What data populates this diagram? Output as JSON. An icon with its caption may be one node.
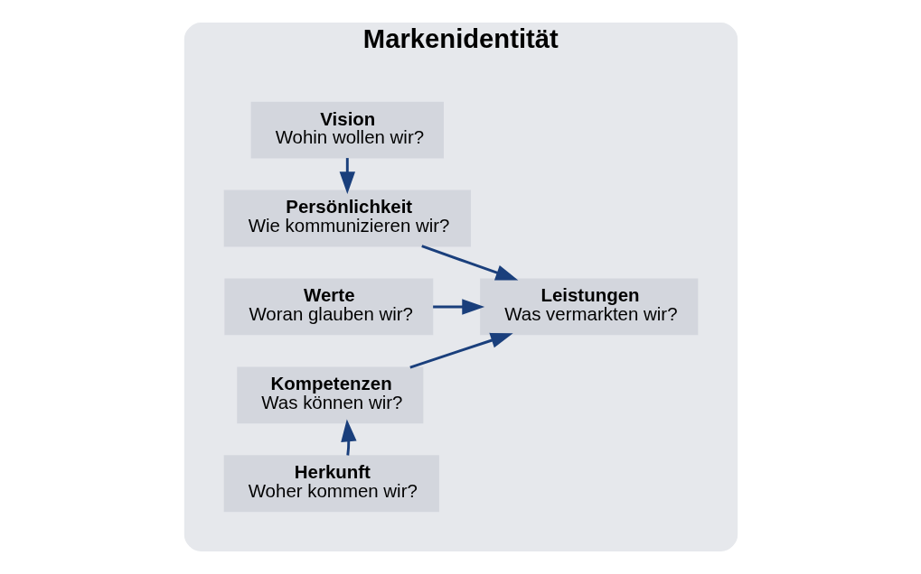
{
  "diagram": {
    "nodes": [
      {
        "text": [
          "Markenidentität"
        ]
      },
      {
        "text": [
          "Vision",
          "Wohin wollen wir?"
        ],
        "in": 0
      },
      {
        "text": [
          "Persönlichkeit",
          "Wie kommunizieren wir?"
        ],
        "in": 0
      },
      {
        "text": [
          "Werte",
          "Woran glauben wir?"
        ],
        "in": 0
      },
      {
        "text": [
          "Kompetenzen",
          "Was können wir?"
        ],
        "in": 0
      },
      {
        "text": [
          "Herkunft",
          "Woher kommen wir?"
        ],
        "in": 0
      },
      {
        "text": [
          "Leistungen",
          "Was vermarkten wir?"
        ],
        "in": 0
      }
    ],
    "edges": [
      {
        "from": 1,
        "to": 2,
        "arrow": "to"
      },
      {
        "from": 5,
        "to": 4,
        "arrow": "to"
      },
      {
        "from": 2,
        "to": 6,
        "arrow": "to"
      },
      {
        "from": 3,
        "to": 6,
        "arrow": "to"
      },
      {
        "from": 4,
        "to": 6,
        "arrow": "to"
      }
    ]
  }
}
